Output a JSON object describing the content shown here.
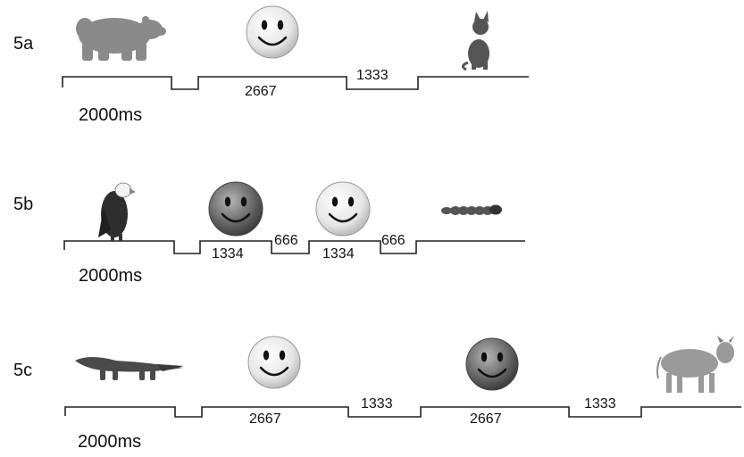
{
  "rows": [
    {
      "label": "5a",
      "baseline": "2000ms",
      "durations": [
        "2667",
        "1333"
      ],
      "pictures": [
        "bear-image",
        "happy-face-light-image",
        "cat-image"
      ]
    },
    {
      "label": "5b",
      "baseline": "2000ms",
      "durations": [
        "1334",
        "666",
        "1334",
        "666"
      ],
      "pictures": [
        "eagle-image",
        "happy-face-dark-image",
        "happy-face-light-image",
        "caterpillar-image"
      ]
    },
    {
      "label": "5c",
      "baseline": "2000ms",
      "durations": [
        "2667",
        "1333",
        "2667",
        "1333"
      ],
      "pictures": [
        "alligator-image",
        "happy-face-light-image",
        "happy-face-dark-image",
        "cow-image"
      ]
    }
  ]
}
